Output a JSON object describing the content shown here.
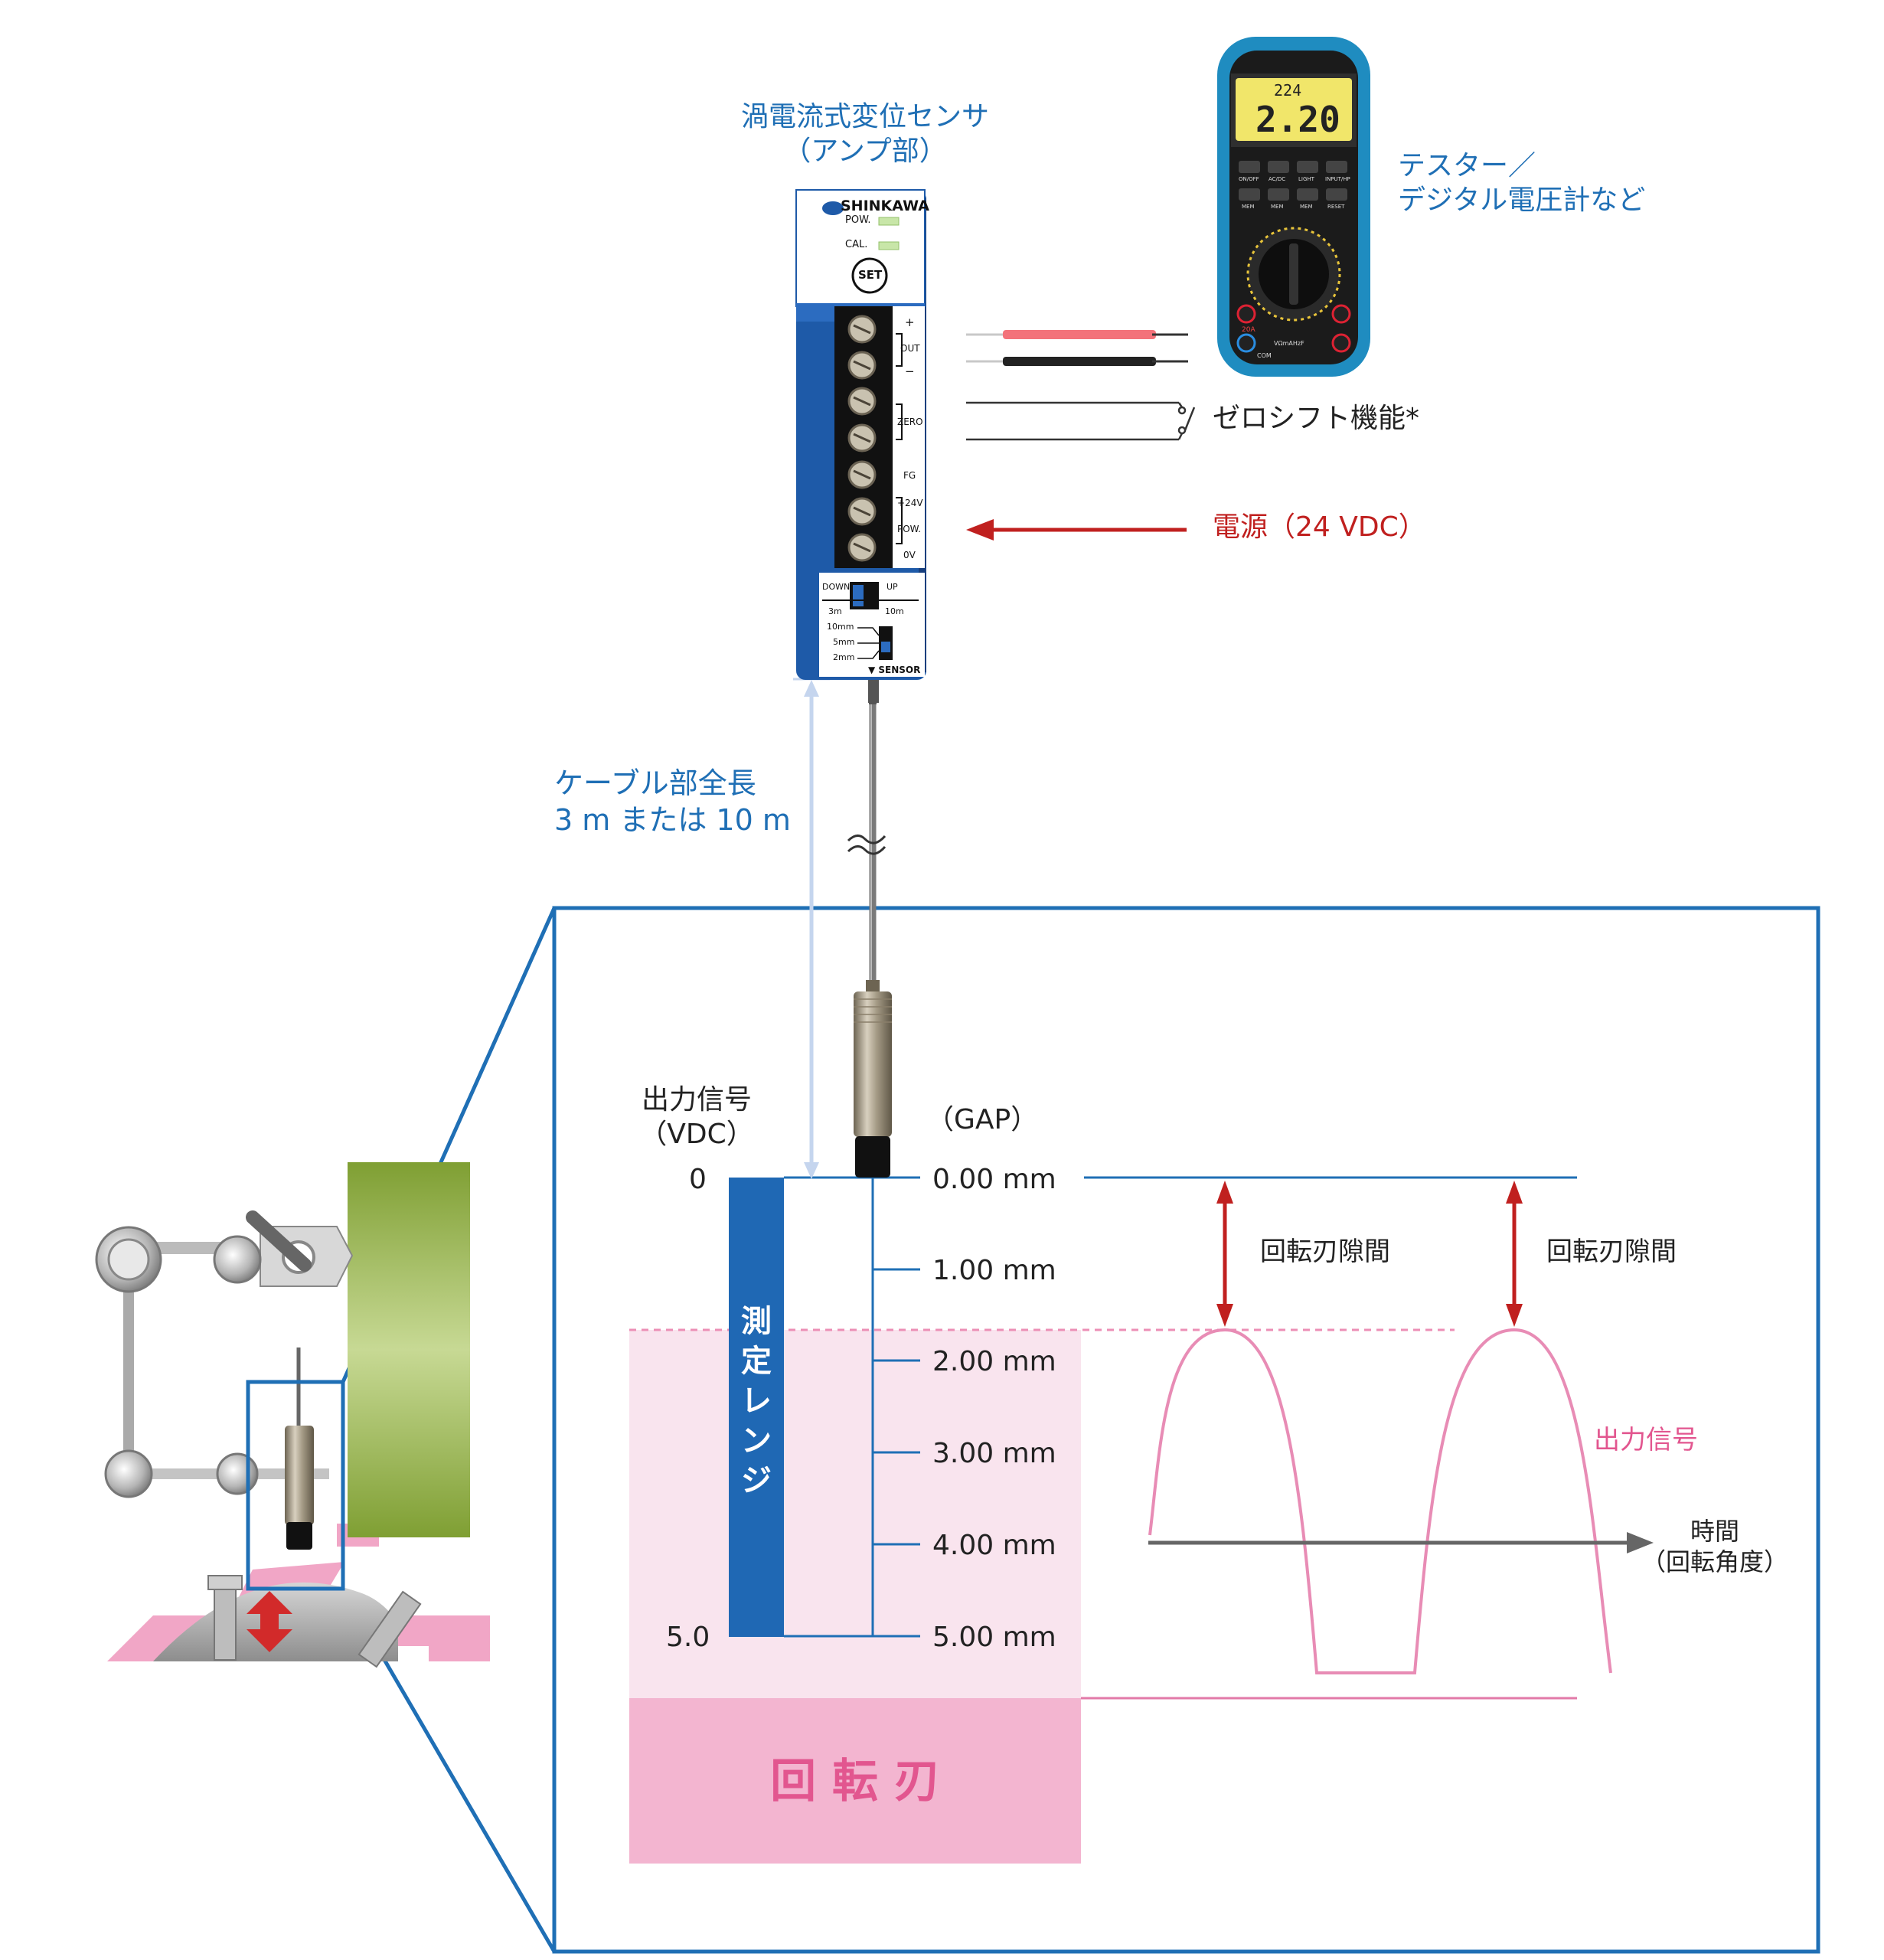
{
  "amp": {
    "title_line1": "渦電流式変位センサ",
    "title_line2": "（アンプ部）",
    "brand": "SHINKAWA",
    "led_pow": "POW.",
    "led_cal": "CAL.",
    "set_button": "SET",
    "terminal_plus": "+",
    "terminal_out": "OUT",
    "terminal_minus": "−",
    "terminal_zero": "ZERO",
    "terminal_fg": "FG",
    "terminal_24v": "+24V",
    "terminal_pow": "POW.",
    "terminal_0v": "0V",
    "switch_down": "DOWN",
    "switch_up": "UP",
    "cable_3m": "3m",
    "cable_10m": "10m",
    "range_10mm": "10mm",
    "range_5mm": "5mm",
    "range_2mm": "2mm",
    "sensor_label": "▼ SENSOR"
  },
  "tester": {
    "label_line1": "テスター／",
    "label_line2": "デジタル電圧計など",
    "display_small": "224",
    "display_main": "2.20",
    "btn_row1": [
      "ON/OFF",
      "AC/DC",
      "LIGHT",
      "INPUT/HP"
    ],
    "btn_row2": [
      "MEM",
      "MEM",
      "MEM",
      "RESET"
    ],
    "port_20a": "20A",
    "port_com": "COM",
    "port_v": "VΩmAHzF"
  },
  "zero_shift": "ゼロシフト機能*",
  "power": "電源（24 VDC）",
  "cable": {
    "line1": "ケーブル部全長",
    "line2": "3 m または 10 m"
  },
  "output_axis": {
    "title_line1": "出力信号",
    "title_line2": "（VDC）",
    "top": "0",
    "bottom": "5.0"
  },
  "gap_axis": {
    "title": "（GAP）",
    "ticks": [
      "0.00 mm",
      "1.00 mm",
      "2.00 mm",
      "3.00 mm",
      "4.00 mm",
      "5.00 mm"
    ]
  },
  "measure_range": [
    "測",
    "定",
    "レ",
    "ン",
    "ジ"
  ],
  "blade": "回 転 刃",
  "gap_label_1": "回転刃隙間",
  "gap_label_2": "回転刃隙間",
  "signal_label": "出力信号",
  "time_axis": {
    "line1": "時間",
    "line2": "（回転角度）"
  },
  "colors": {
    "accent_blue": "#1f6fb5",
    "amp_blue": "#2566b8",
    "red": "#c0201f",
    "pink": "#e2568f",
    "pink_light": "#f9e4ee",
    "pink_mid": "#f3b5d0",
    "green": "#8fae43"
  }
}
